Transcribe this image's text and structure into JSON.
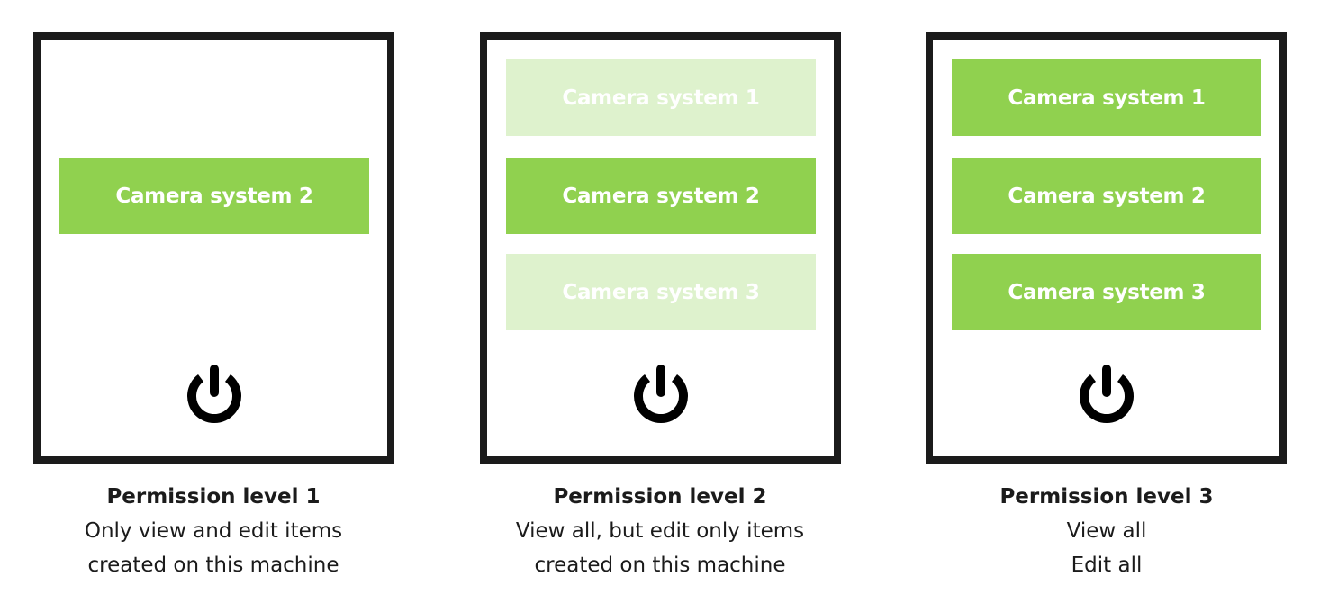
{
  "colors": {
    "active": "#90d14f",
    "inactive": "#def2cd",
    "frame": "#1b1b1b"
  },
  "panels": [
    {
      "title": "Permission level 1",
      "lines": [
        "Only view and edit items",
        "created on this machine"
      ],
      "items": [
        {
          "label": "Camera system 2",
          "state": "active"
        }
      ],
      "icon": "power-icon"
    },
    {
      "title": "Permission level 2",
      "lines": [
        "View all, but edit only items",
        "created on this machine"
      ],
      "items": [
        {
          "label": "Camera system 1",
          "state": "inactive"
        },
        {
          "label": "Camera system 2",
          "state": "active"
        },
        {
          "label": "Camera system 3",
          "state": "inactive"
        }
      ],
      "icon": "power-icon"
    },
    {
      "title": "Permission level 3",
      "lines": [
        "View all",
        "Edit all"
      ],
      "items": [
        {
          "label": "Camera system 1",
          "state": "active"
        },
        {
          "label": "Camera system 2",
          "state": "active"
        },
        {
          "label": "Camera system 3",
          "state": "active"
        }
      ],
      "icon": "power-icon"
    }
  ]
}
